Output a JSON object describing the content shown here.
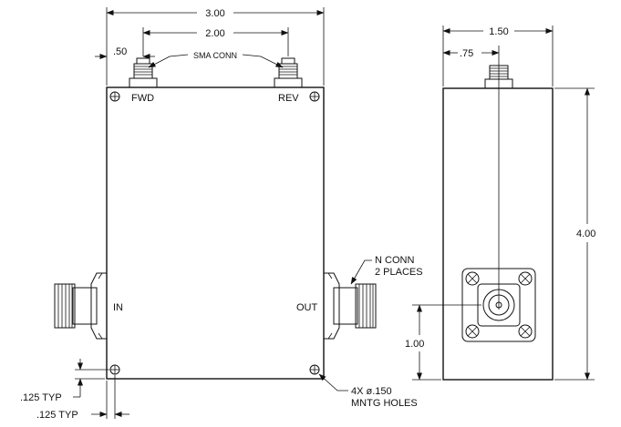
{
  "dimensions": {
    "overall_width": "3.00",
    "connector_spacing": "2.00",
    "connector_offset": ".50",
    "side_width": "1.50",
    "side_half_width": ".75",
    "height": "4.00",
    "n_conn_height": "1.00",
    "hole_offset_vertical": ".125 TYP",
    "hole_offset_horizontal": ".125 TYP"
  },
  "labels": {
    "sma_conn": "SMA CONN",
    "fwd": "FWD",
    "rev": "REV",
    "in": "IN",
    "out": "OUT",
    "n_conn_line1": "N CONN",
    "n_conn_line2": "2 PLACES",
    "holes_line1": "4X ø.150",
    "holes_line2": "MNTG HOLES"
  }
}
